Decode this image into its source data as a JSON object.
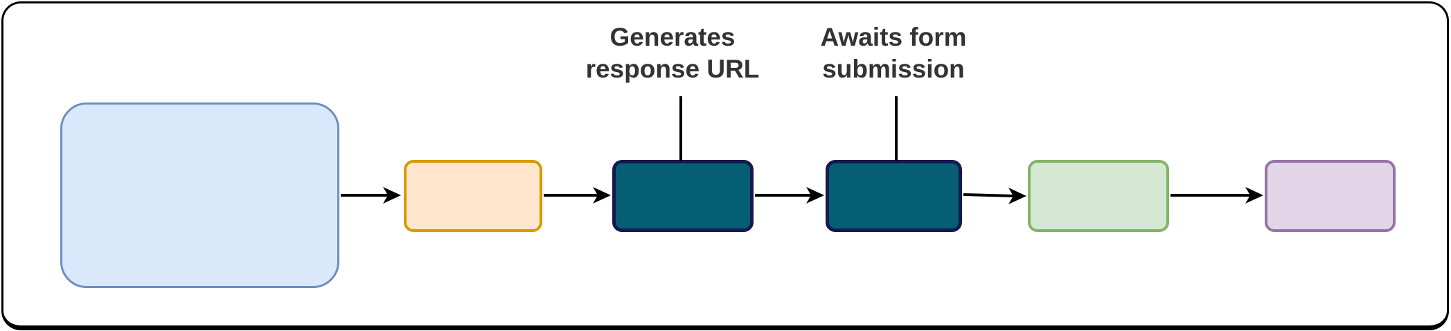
{
  "diagram": {
    "type": "flowchart",
    "direction": "left-to-right",
    "annotations": [
      {
        "line1": "Generates",
        "line2": "response URL",
        "points_to": "node-3"
      },
      {
        "line1": "Awaits form",
        "line2": "submission",
        "points_to": "node-4"
      }
    ],
    "nodes": [
      {
        "id": "node-1",
        "label": "",
        "fill": "#dae8fc",
        "stroke": "#6c8ebf"
      },
      {
        "id": "node-2",
        "label": "",
        "fill": "#ffe6cc",
        "stroke": "#d79b00"
      },
      {
        "id": "node-3",
        "label": "",
        "fill": "#055e74",
        "stroke": "#16194d"
      },
      {
        "id": "node-4",
        "label": "",
        "fill": "#055e74",
        "stroke": "#16194d"
      },
      {
        "id": "node-5",
        "label": "",
        "fill": "#d5e8d4",
        "stroke": "#82b366"
      },
      {
        "id": "node-6",
        "label": "",
        "fill": "#e1d5e7",
        "stroke": "#9673a6"
      }
    ],
    "edges": [
      {
        "from": "node-1",
        "to": "node-2"
      },
      {
        "from": "node-2",
        "to": "node-3"
      },
      {
        "from": "node-3",
        "to": "node-4"
      },
      {
        "from": "node-4",
        "to": "node-5"
      },
      {
        "from": "node-5",
        "to": "node-6"
      }
    ],
    "colors": {
      "annotation_text": "#333333",
      "arrow": "#000000",
      "frame_border": "#000000",
      "canvas_background": "#ffffff"
    }
  }
}
